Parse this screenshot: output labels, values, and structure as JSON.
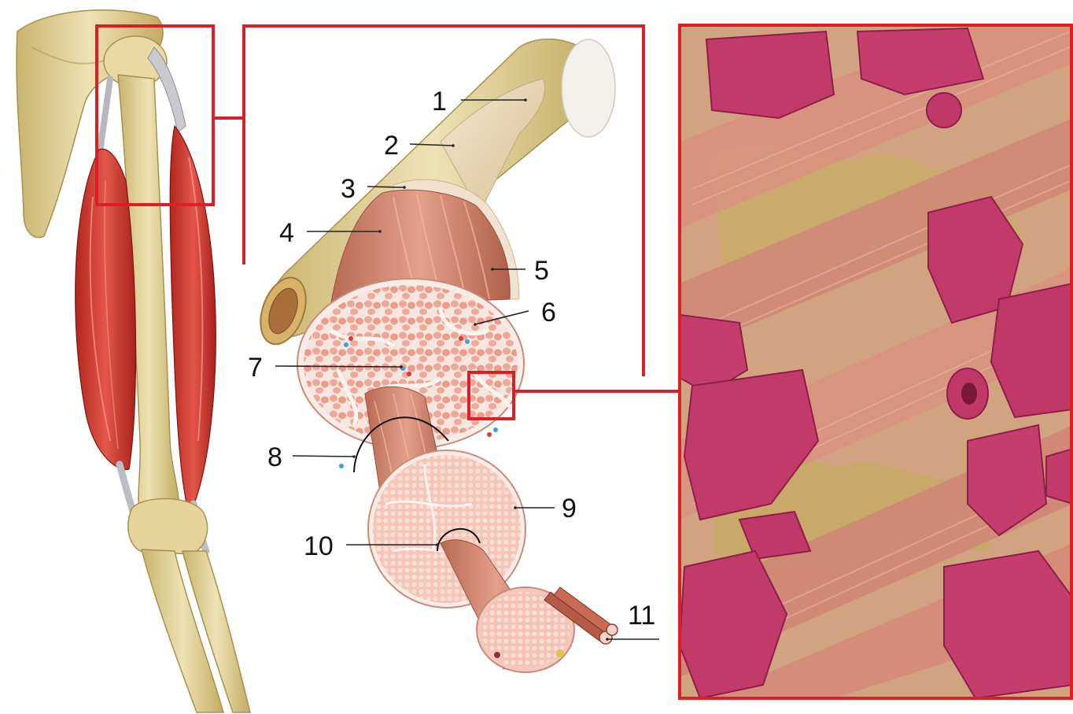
{
  "figure": {
    "accent_color": "#d92027",
    "panels": [
      {
        "name": "arm-anatomy-illustration"
      },
      {
        "name": "muscle-layers-cutaway"
      },
      {
        "name": "muscle-fiber-micrograph"
      }
    ],
    "callouts": [
      {
        "id": "1",
        "label": "1"
      },
      {
        "id": "2",
        "label": "2"
      },
      {
        "id": "3",
        "label": "3"
      },
      {
        "id": "4",
        "label": "4"
      },
      {
        "id": "5",
        "label": "5"
      },
      {
        "id": "6",
        "label": "6"
      },
      {
        "id": "7",
        "label": "7"
      },
      {
        "id": "8",
        "label": "8"
      },
      {
        "id": "9",
        "label": "9"
      },
      {
        "id": "10",
        "label": "10"
      },
      {
        "id": "11",
        "label": "11"
      }
    ]
  }
}
